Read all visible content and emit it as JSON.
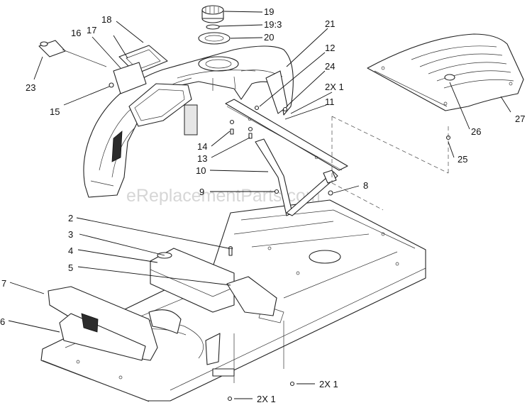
{
  "watermark": "eReplacementParts.com",
  "callouts": [
    {
      "id": "c19",
      "text": "19"
    },
    {
      "id": "c19-3",
      "text": "19:3"
    },
    {
      "id": "c20",
      "text": "20"
    },
    {
      "id": "c21",
      "text": "21"
    },
    {
      "id": "c12",
      "text": "12"
    },
    {
      "id": "c24",
      "text": "24"
    },
    {
      "id": "c2x1-top",
      "text": "2X 1"
    },
    {
      "id": "c11",
      "text": "11"
    },
    {
      "id": "c18",
      "text": "18"
    },
    {
      "id": "c17",
      "text": "17"
    },
    {
      "id": "c16",
      "text": "16"
    },
    {
      "id": "c23",
      "text": "23"
    },
    {
      "id": "c15",
      "text": "15"
    },
    {
      "id": "c14",
      "text": "14"
    },
    {
      "id": "c13",
      "text": "13"
    },
    {
      "id": "c10",
      "text": "10"
    },
    {
      "id": "c9",
      "text": "9"
    },
    {
      "id": "c8",
      "text": "8"
    },
    {
      "id": "c27",
      "text": "27"
    },
    {
      "id": "c26",
      "text": "26"
    },
    {
      "id": "c25",
      "text": "25"
    },
    {
      "id": "c2",
      "text": "2"
    },
    {
      "id": "c3",
      "text": "3"
    },
    {
      "id": "c4",
      "text": "4"
    },
    {
      "id": "c5",
      "text": "5"
    },
    {
      "id": "c7",
      "text": "7"
    },
    {
      "id": "c6",
      "text": "6"
    },
    {
      "id": "c2x1-right",
      "text": "2X 1"
    },
    {
      "id": "c2x1-bottom",
      "text": "2X 1"
    }
  ]
}
